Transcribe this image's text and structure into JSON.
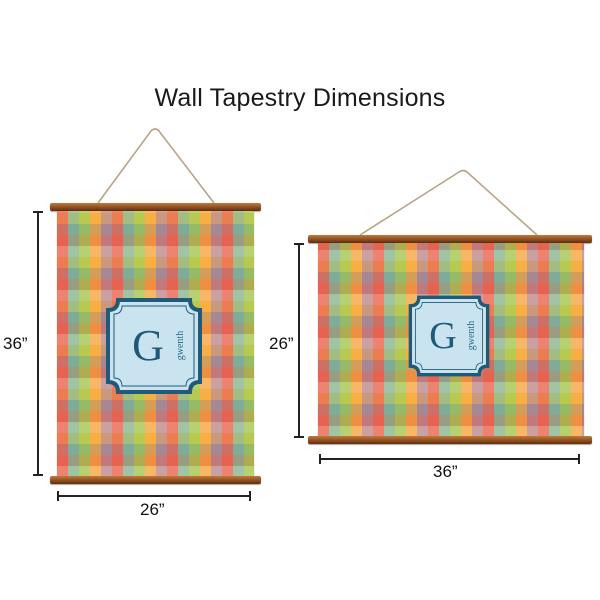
{
  "title": "Wall Tapestry Dimensions",
  "portrait": {
    "height_label": "36”",
    "width_label": "26”",
    "monogram_letter": "G",
    "monogram_name": "gwenth"
  },
  "landscape": {
    "height_label": "26”",
    "width_label": "36”",
    "monogram_letter": "G",
    "monogram_name": "gwenth"
  },
  "colors": {
    "rod": "#8a4b1d",
    "monogram_fill": "#c9e4ef",
    "monogram_ink": "#1f5a78"
  }
}
